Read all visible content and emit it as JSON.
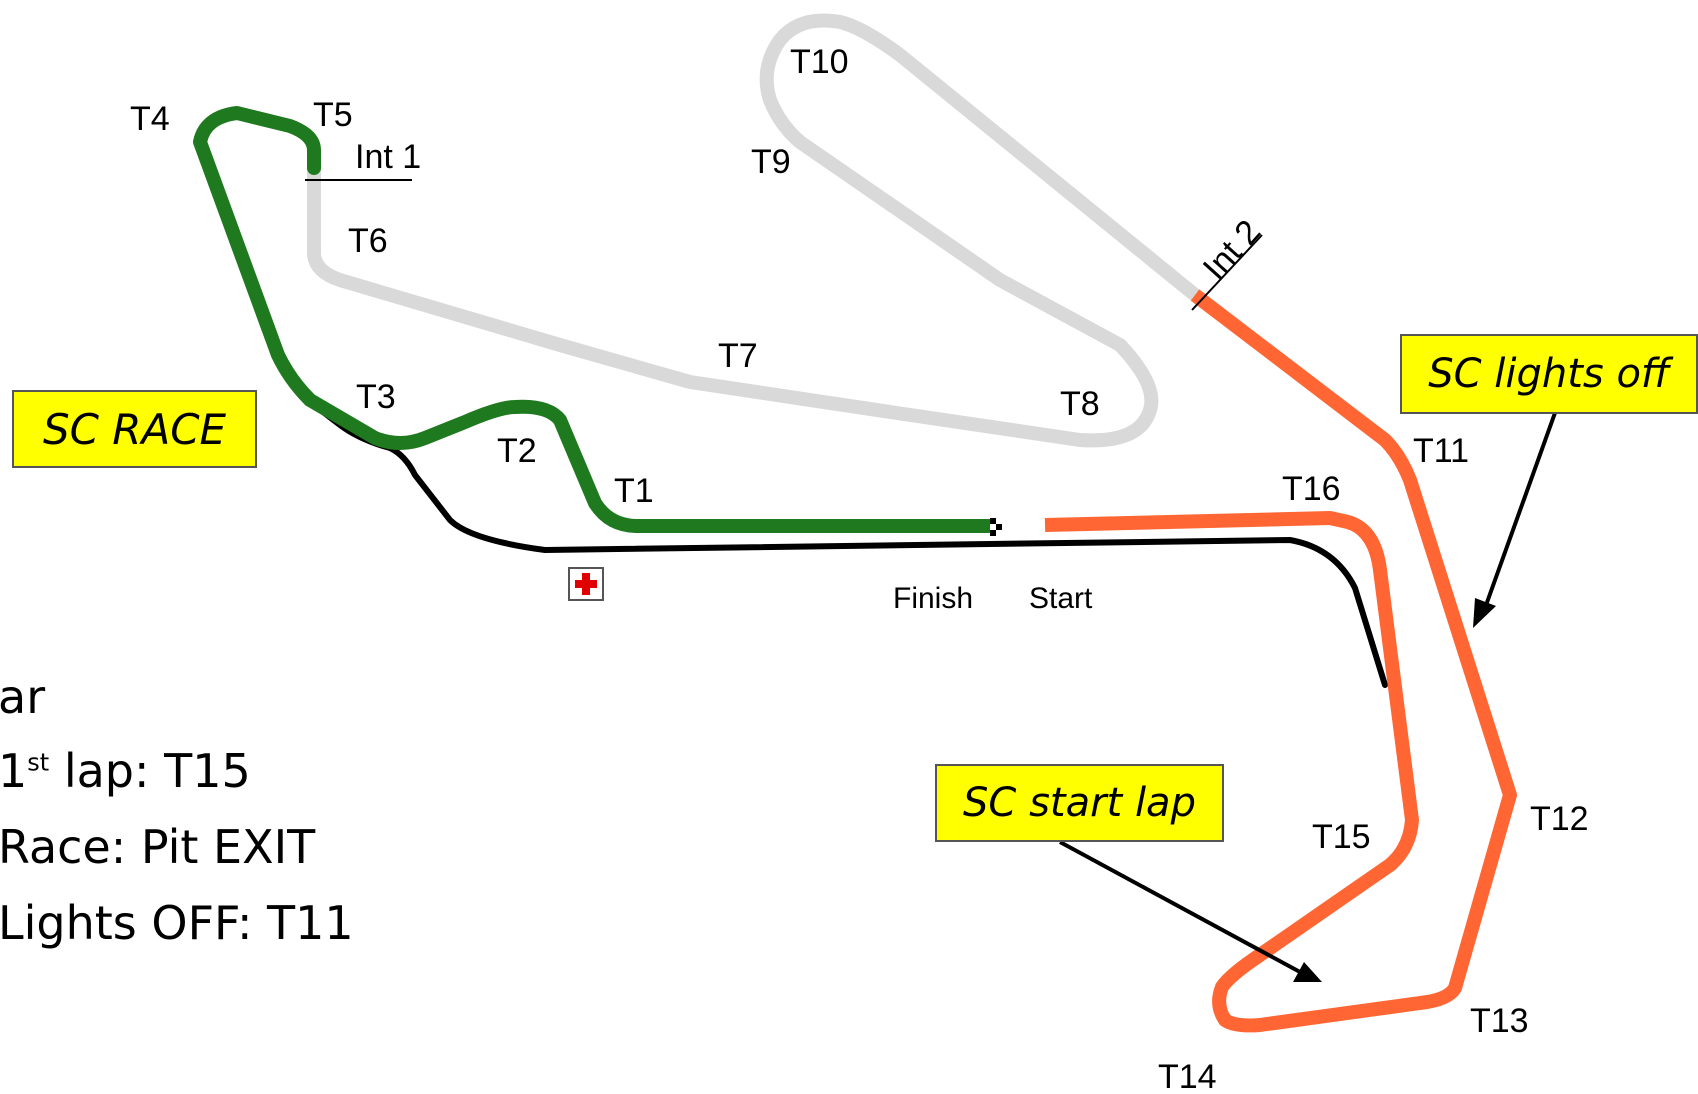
{
  "colors": {
    "track_inactive": "#d9d9d9",
    "sector_green": "#1f7a1f",
    "sector_orange": "#ff6633",
    "pit_lane": "#000000",
    "callout_fill": "#ffff00",
    "medical_cross": "#e00000"
  },
  "turns": {
    "t1": "T1",
    "t2": "T2",
    "t3": "T3",
    "t4": "T4",
    "t5": "T5",
    "t6": "T6",
    "t7": "T7",
    "t8": "T8",
    "t9": "T9",
    "t10": "T10",
    "t11": "T11",
    "t12": "T12",
    "t13": "T13",
    "t14": "T14",
    "t15": "T15",
    "t16": "T16"
  },
  "intermediates": {
    "int1": "Int 1",
    "int2": "Int 2"
  },
  "start_finish": {
    "finish": "Finish",
    "start": "Start"
  },
  "callouts": {
    "sc_race": "SC RACE",
    "sc_lights_off": "SC lights off",
    "sc_start_lap": "SC start lap"
  },
  "info": {
    "line1": "ar",
    "line2_prefix": "1",
    "line2_sup": "st",
    "line2_suffix": " lap: T15",
    "line3": "Race: Pit EXIT",
    "line4": "Lights OFF: T11"
  },
  "icons": {
    "medical": "medical-cross-icon",
    "checkered": "checkered-flag-icon"
  }
}
